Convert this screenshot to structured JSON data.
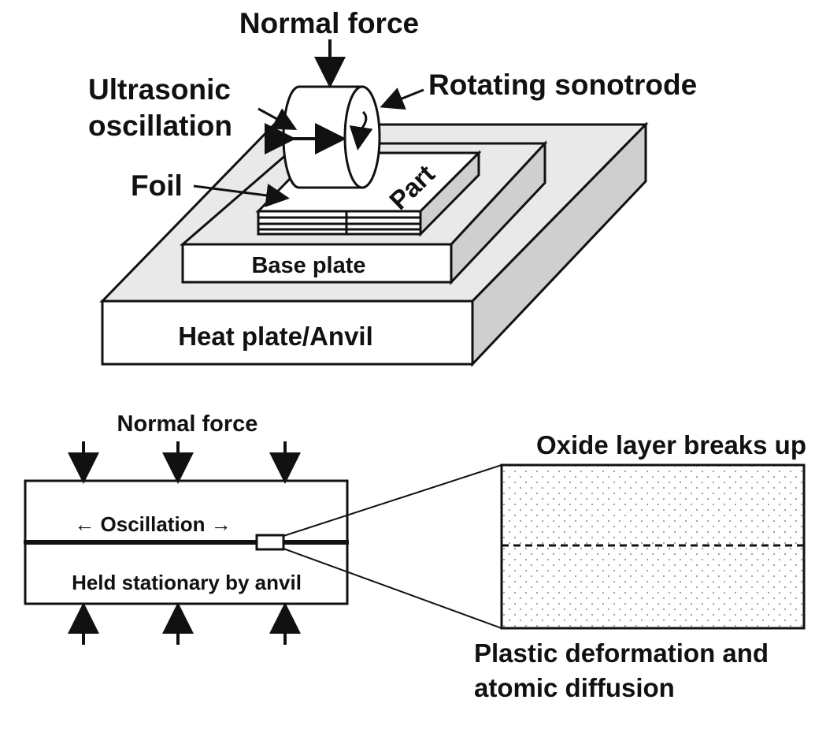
{
  "top": {
    "normal_force": "Normal force",
    "rotating_sonotrode": "Rotating sonotrode",
    "ultrasonic_line1": "Ultrasonic",
    "ultrasonic_line2": "oscillation",
    "foil": "Foil",
    "part": "Part",
    "base_plate": "Base plate",
    "heat_plate": "Heat plate/Anvil"
  },
  "bottom": {
    "normal_force": "Normal force",
    "oscillation": "← Oscillation →",
    "held_stationary": "Held stationary by anvil",
    "oxide_layer": "Oxide layer breaks up",
    "plastic_line1": "Plastic deformation and",
    "plastic_line2": "atomic diffusion"
  },
  "colors": {
    "ink": "#111111",
    "shade": "#cfcfcf",
    "stipple": "#9a9a9a"
  }
}
